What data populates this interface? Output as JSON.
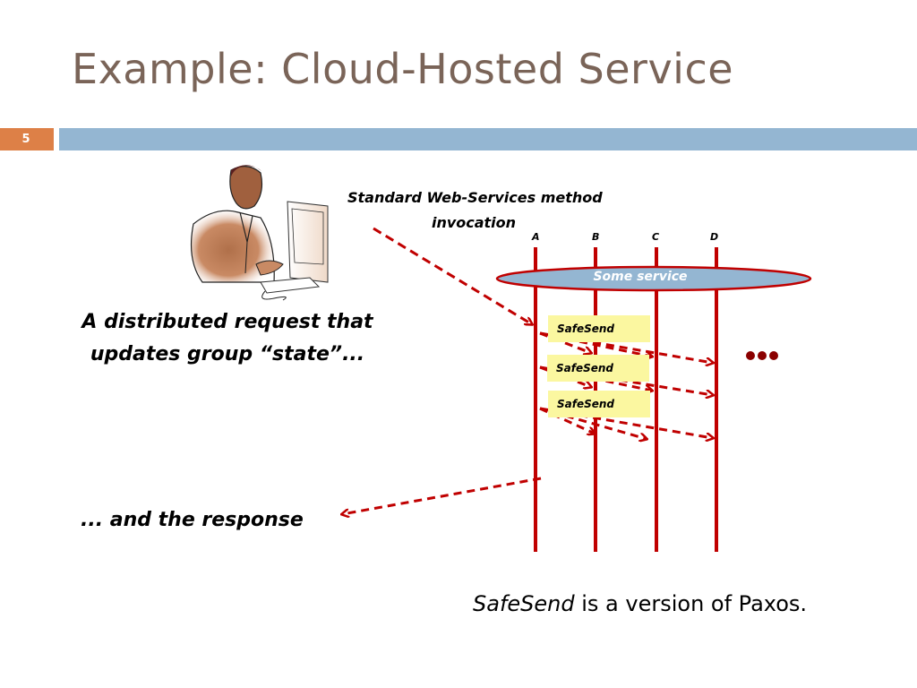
{
  "slide": {
    "title": "Example: Cloud-Hosted Service",
    "slide_number": "5",
    "colors": {
      "title": "#7a6458",
      "number_box": "#dd8047",
      "header_bar": "#94b6d2",
      "arrow": "#c00000",
      "service_fill": "#94b6d2",
      "safesend_fill": "#fbf7a0"
    }
  },
  "diagram": {
    "invocation_caption_line1": "Standard Web-Services method",
    "invocation_caption_line2": "invocation",
    "processes": [
      "A",
      "B",
      "C",
      "D"
    ],
    "service_label": "Some service",
    "safesend_labels": [
      "SafeSend",
      "SafeSend",
      "SafeSend"
    ],
    "ellipsis": "•••",
    "clipart": "person-at-computer"
  },
  "captions": {
    "request_line1": "A distributed request that",
    "request_line2": "updates group  “state”...",
    "response": "... and the response"
  },
  "footnote": {
    "italic_part": "SafeSend",
    "rest": " is a version of Paxos."
  }
}
